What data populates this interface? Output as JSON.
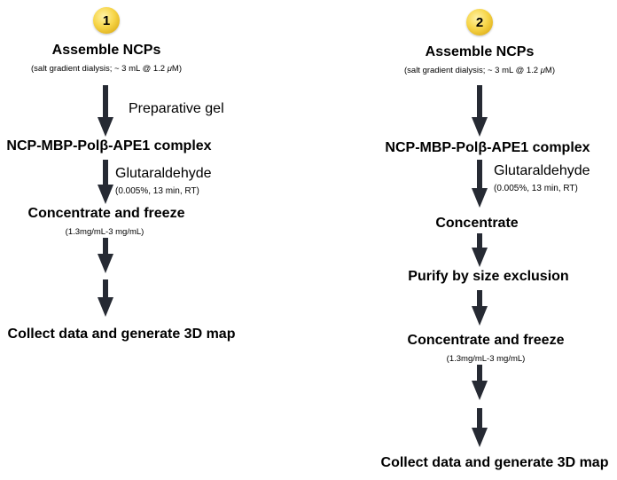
{
  "colors": {
    "arrow": "#262a33",
    "badge": "#f2cc37"
  },
  "left": {
    "badge": "1",
    "step1": "Assemble NCPs",
    "step1_sub_pre": "(salt gradient dialysis; ~ 3 mL @ 1.2 ",
    "step1_sub_unit": "μ",
    "step1_sub_post": "M)",
    "arrow1_label": "Preparative gel",
    "step2": "NCP-MBP-Polβ-APE1 complex",
    "arrow2_label": "Glutaraldehyde",
    "arrow2_sub": "(0.005%, 13 min, RT)",
    "step3": "Concentrate and freeze",
    "step3_sub": "(1.3mg/mL-3 mg/mL)",
    "step4": "Collect data and generate 3D map"
  },
  "right": {
    "badge": "2",
    "step1": "Assemble NCPs",
    "step1_sub_pre": "(salt gradient dialysis; ~ 3 mL @ 1.2 ",
    "step1_sub_unit": "μ",
    "step1_sub_post": "M)",
    "step2": "NCP-MBP-Polβ-APE1 complex",
    "arrow2_label": "Glutaraldehyde",
    "arrow2_sub": "(0.005%, 13 min, RT)",
    "step3": "Concentrate",
    "step4": "Purify by size exclusion",
    "step5": "Concentrate and freeze",
    "step5_sub": "(1.3mg/mL-3 mg/mL)",
    "step6": "Collect data and generate 3D map"
  }
}
